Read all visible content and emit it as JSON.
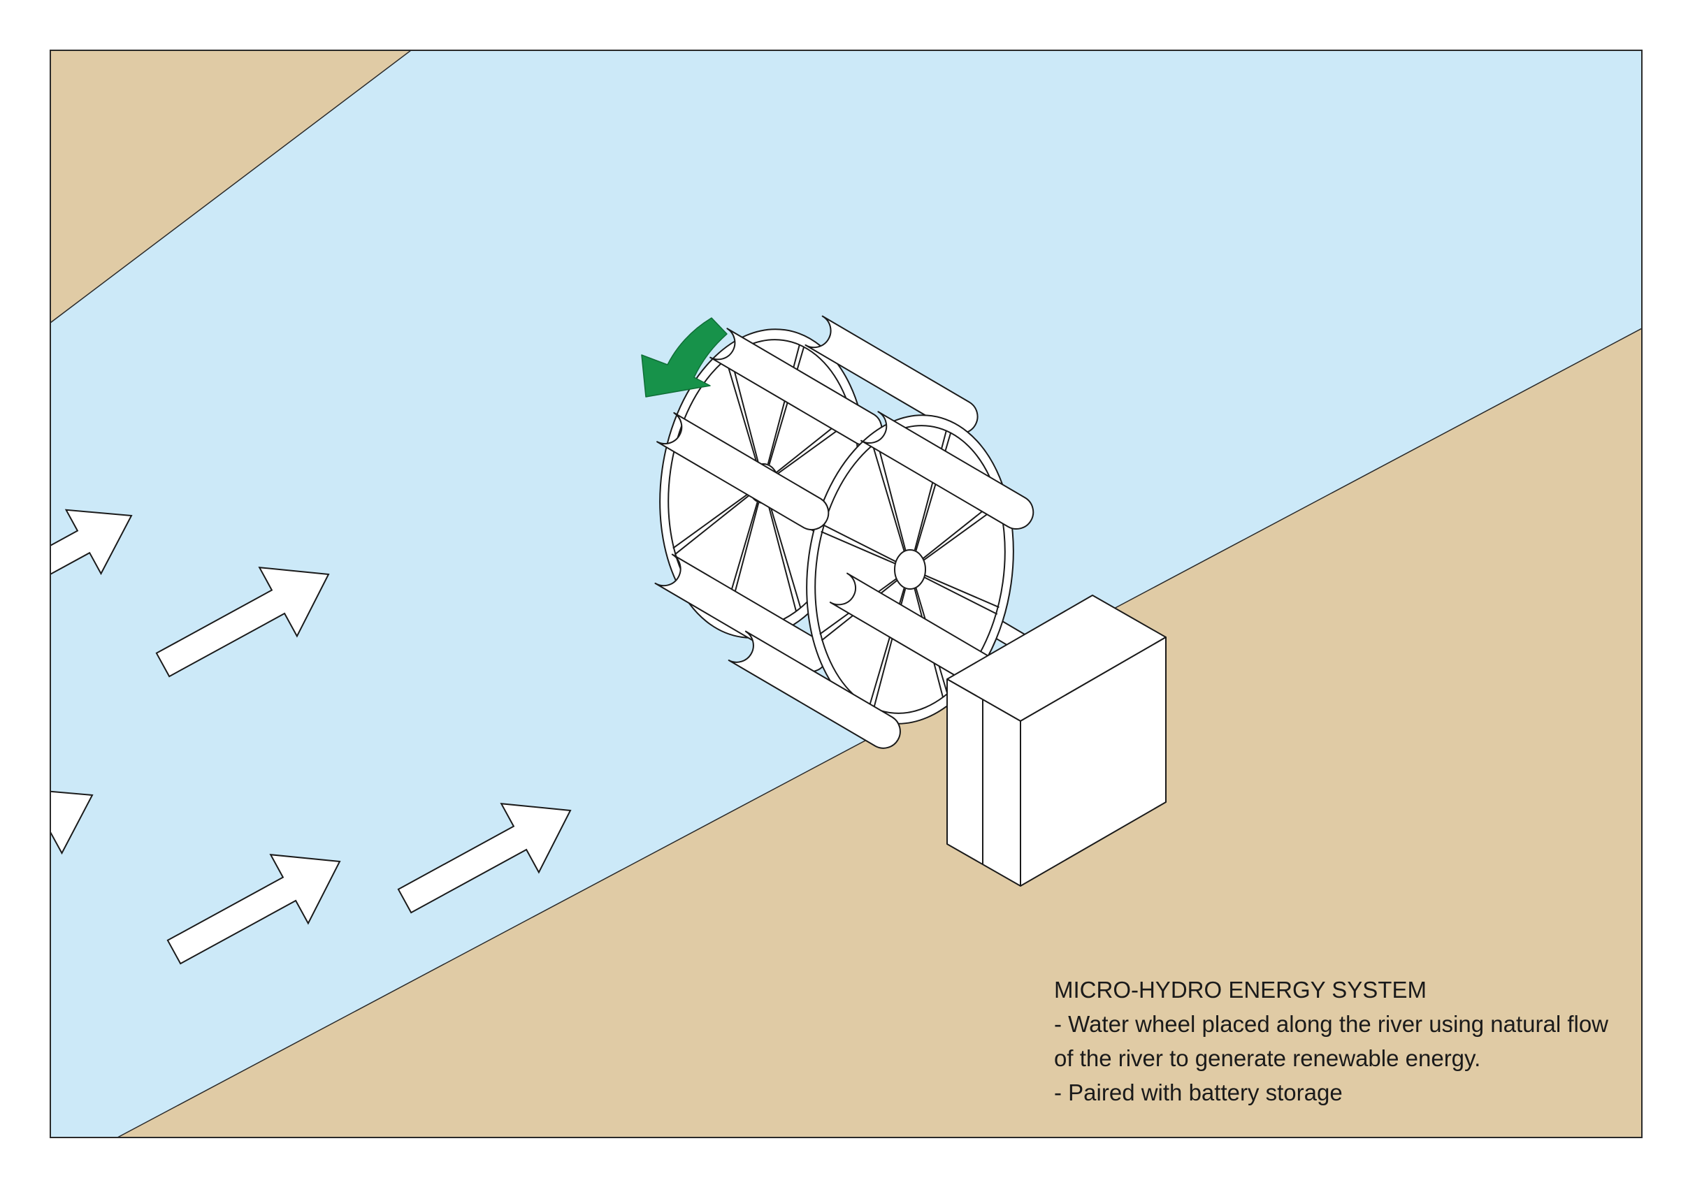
{
  "caption": {
    "title": "MICRO-HYDRO ENERGY SYSTEM",
    "line1": "- Water wheel placed along the river using natural flow",
    "line2": "of the river to generate renewable energy.",
    "line3": "- Paired with battery storage"
  },
  "colors": {
    "river": "#cce9f8",
    "bank": "#e0cba5",
    "rotation_arrow": "#17924a",
    "outline": "#1a1a1a",
    "fill": "#ffffff"
  },
  "icons": {
    "flow": "flow-arrow-icon",
    "rotation": "rotation-arrow-icon"
  }
}
